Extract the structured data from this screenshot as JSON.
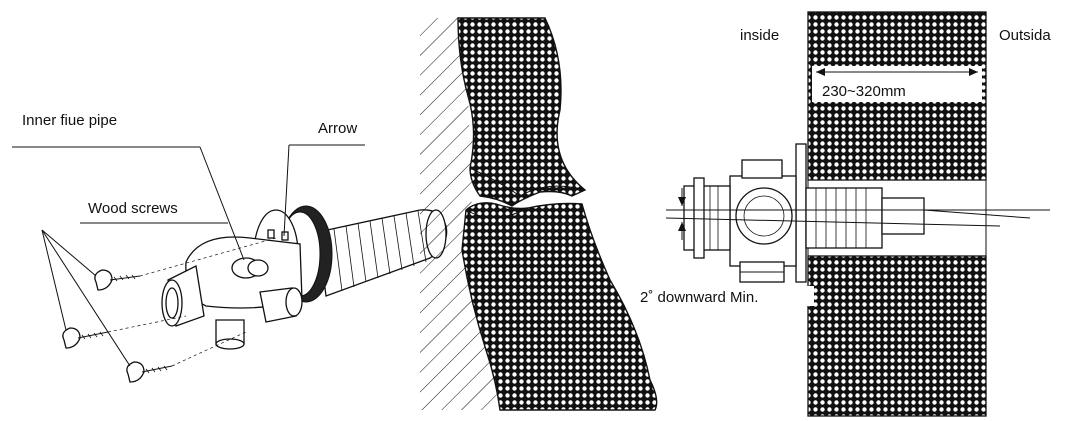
{
  "labels": {
    "inner_flue_pipe": "Inner fiue pipe",
    "arrow": "Arrow",
    "wood_screws": "Wood screws",
    "inside": "inside",
    "outside": "Outsida",
    "wall_thickness": "230~320mm",
    "slope": "2˚ downward Min."
  },
  "colors": {
    "ink": "#111111",
    "background": "#ffffff"
  }
}
